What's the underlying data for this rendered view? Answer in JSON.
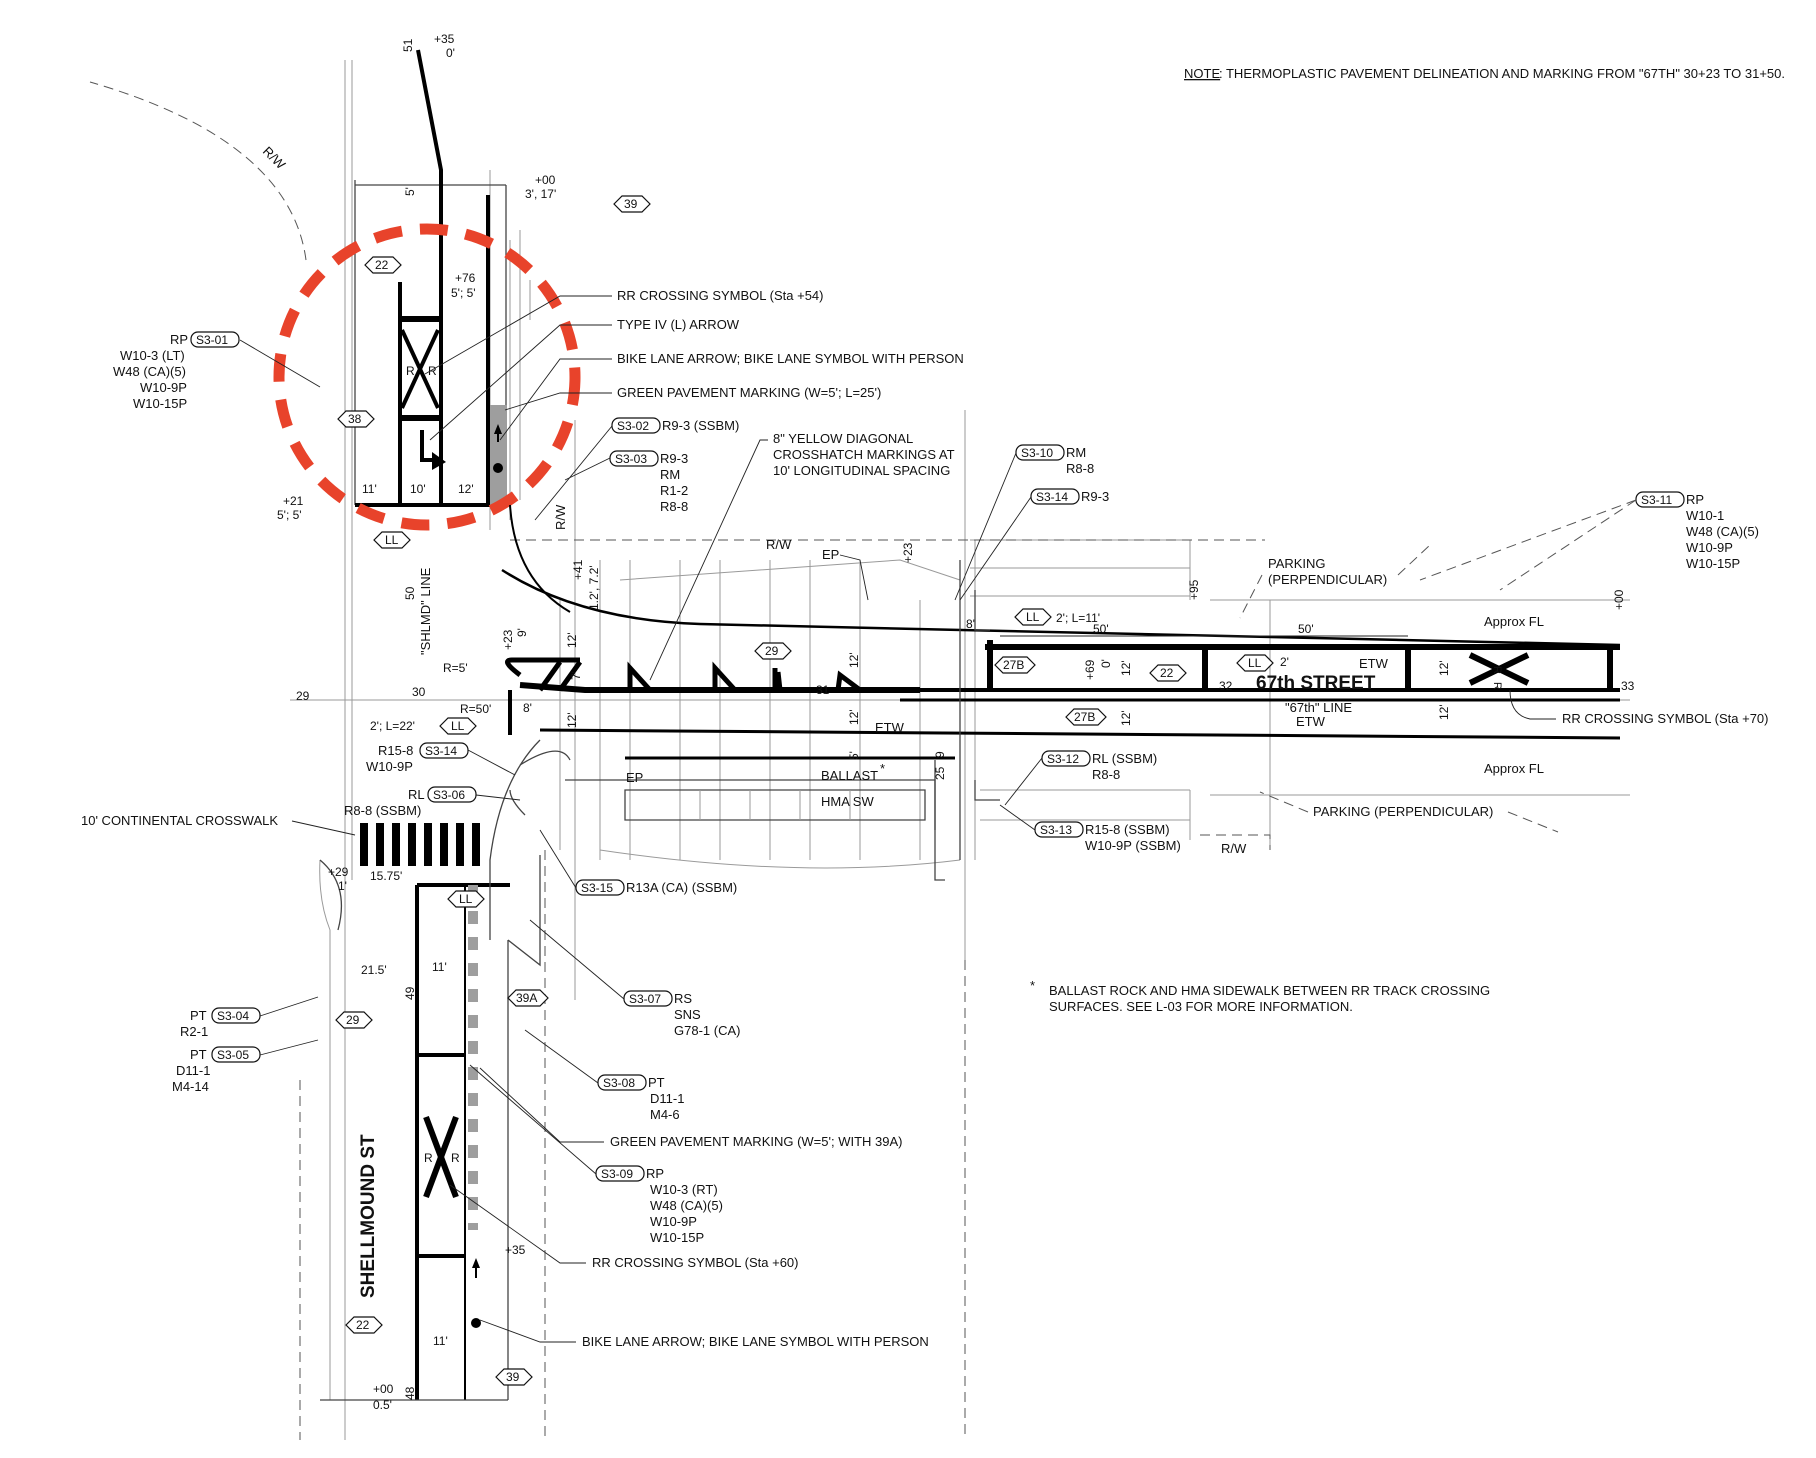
{
  "note": {
    "prefix": "NOTE",
    "text": ": THERMOPLASTIC PAVEMENT DELINEATION AND MARKING FROM \"67TH\" 30+23 TO 31+50."
  },
  "streets": {
    "shellmound": "SHELLMOUND ST",
    "sixtyseventh": "67th STREET"
  },
  "callouts": [
    {
      "id": "rr_symbol_54",
      "text": "RR CROSSING SYMBOL (Sta +54)"
    },
    {
      "id": "type_iv_arrow",
      "text": "TYPE IV (L) ARROW"
    },
    {
      "id": "bike_arrow_top",
      "text": "BIKE LANE ARROW; BIKE LANE SYMBOL WITH PERSON"
    },
    {
      "id": "green_top",
      "text": "GREEN PAVEMENT MARKING (W=5'; L=25')"
    },
    {
      "id": "crosshatch",
      "lines": [
        "8\" YELLOW DIAGONAL",
        "CROSSHATCH MARKINGS AT",
        "10' LONGITUDINAL SPACING"
      ]
    },
    {
      "id": "rr_symbol_70",
      "text": "RR CROSSING SYMBOL (Sta +70)"
    },
    {
      "id": "continental",
      "text": "10' CONTINENTAL CROSSWALK"
    },
    {
      "id": "green_bottom",
      "text": "GREEN PAVEMENT MARKING (W=5'; WITH 39A)"
    },
    {
      "id": "rr_symbol_60",
      "text": "RR CROSSING SYMBOL (Sta +60)"
    },
    {
      "id": "bike_arrow_bottom",
      "text": "BIKE LANE ARROW; BIKE LANE SYMBOL WITH PERSON"
    },
    {
      "id": "parking_top",
      "lines": [
        "PARKING",
        "(PERPENDICULAR)"
      ]
    },
    {
      "id": "parking_bottom",
      "text": "PARKING (PERPENDICULAR)"
    },
    {
      "id": "ballast_note",
      "lines": [
        "BALLAST ROCK AND HMA SIDEWALK BETWEEN RR TRACK CROSSING",
        "SURFACES. SEE L-03 FOR MORE INFORMATION."
      ]
    }
  ],
  "signs": [
    {
      "tag": "S3-01",
      "prefix": "RP",
      "items": [
        "W10-3 (LT)",
        "W48 (CA)(5)",
        "W10-9P",
        "W10-15P"
      ]
    },
    {
      "tag": "S3-02",
      "prefix": "",
      "items": [
        "R9-3 (SSBM)"
      ]
    },
    {
      "tag": "S3-03",
      "prefix": "",
      "items": [
        "R9-3",
        "RM",
        "R1-2",
        "R8-8"
      ]
    },
    {
      "tag": "S3-10",
      "prefix": "",
      "items": [
        "RM",
        "R8-8"
      ]
    },
    {
      "tag": "S3-14",
      "prefix": "",
      "items": [
        "R9-3"
      ]
    },
    {
      "tag": "S3-11",
      "prefix": "",
      "items": [
        "RP",
        "W10-1",
        "W48 (CA)(5)",
        "W10-9P",
        "W10-15P"
      ]
    },
    {
      "tag": "S3-14",
      "prefix": "R15-8",
      "items": [
        "W10-9P"
      ]
    },
    {
      "tag": "S3-06",
      "prefix": "RL",
      "items": [
        "R8-8 (SSBM)"
      ]
    },
    {
      "tag": "S3-12",
      "prefix": "",
      "items": [
        "RL (SSBM)",
        "R8-8"
      ]
    },
    {
      "tag": "S3-13",
      "prefix": "",
      "items": [
        "R15-8 (SSBM)",
        "W10-9P (SSBM)"
      ]
    },
    {
      "tag": "S3-15",
      "prefix": "",
      "items": [
        "R13A (CA) (SSBM)"
      ]
    },
    {
      "tag": "S3-04",
      "prefix": "PT",
      "items": [
        "R2-1"
      ]
    },
    {
      "tag": "S3-05",
      "prefix": "PT",
      "items": [
        "D11-1",
        "M4-14"
      ]
    },
    {
      "tag": "S3-07",
      "prefix": "",
      "items": [
        "RS",
        "SNS",
        "G78-1 (CA)"
      ]
    },
    {
      "tag": "S3-08",
      "prefix": "",
      "items": [
        "PT",
        "D11-1",
        "M4-6"
      ]
    },
    {
      "tag": "S3-09",
      "prefix": "",
      "items": [
        "RP",
        "W10-3 (RT)",
        "W48 (CA)(5)",
        "W10-9P",
        "W10-15P"
      ]
    }
  ],
  "hex_tags": {
    "t39": "39",
    "t22": "22",
    "t38": "38",
    "t29": "29",
    "t27b": "27B",
    "t39a": "39A",
    "tll": "LL"
  },
  "dims": {
    "d11": "11'",
    "d10": "10'",
    "d12": "12'",
    "d5": "5'",
    "d50": "50'",
    "d8": "8'",
    "d2": "2'",
    "d7": "7'",
    "d9": "9'",
    "d0": "0'",
    "d15_75": "15.75'",
    "d21_5": "21.5'",
    "d1": "1'",
    "d0_5": "0.5'",
    "ll_2_11": "2'; L=11'",
    "ll_2_22": "2'; L=22'",
    "r5": "R=5'",
    "r50": "R=50'",
    "s35": "+35",
    "s00": "+00",
    "s76": "+76",
    "s21": "+21",
    "s41": "+41",
    "s23": "+23",
    "s95": "+95",
    "s69": "+69",
    "s29": "+29",
    "s25": "25",
    "s00_0": "0'",
    "s00_317": "3', 17'",
    "s76_55": "5'; 5'",
    "s21_55": "5'; 5'",
    "s41_12": "1.2', 7.2'",
    "n51": "51",
    "n50": "50",
    "n49": "49",
    "n48": "48",
    "n29": "29",
    "n30": "30",
    "n31": "31",
    "n32": "32",
    "n33": "33",
    "n9": "9"
  },
  "labels": {
    "rw": "R/W",
    "ep": "EP",
    "etw": "ETW",
    "ballast": "BALLAST",
    "hma": "HMA SW",
    "approx_fl": "Approx FL",
    "shlmd_line": "\"SHLMD\" LINE",
    "sixtyseventh_line": "\"67th\" LINE",
    "rr": "R",
    "star": "*"
  },
  "colors": {
    "circle": "#e8432b",
    "green_marking": "#9e9e9e",
    "ink": "#000000"
  }
}
